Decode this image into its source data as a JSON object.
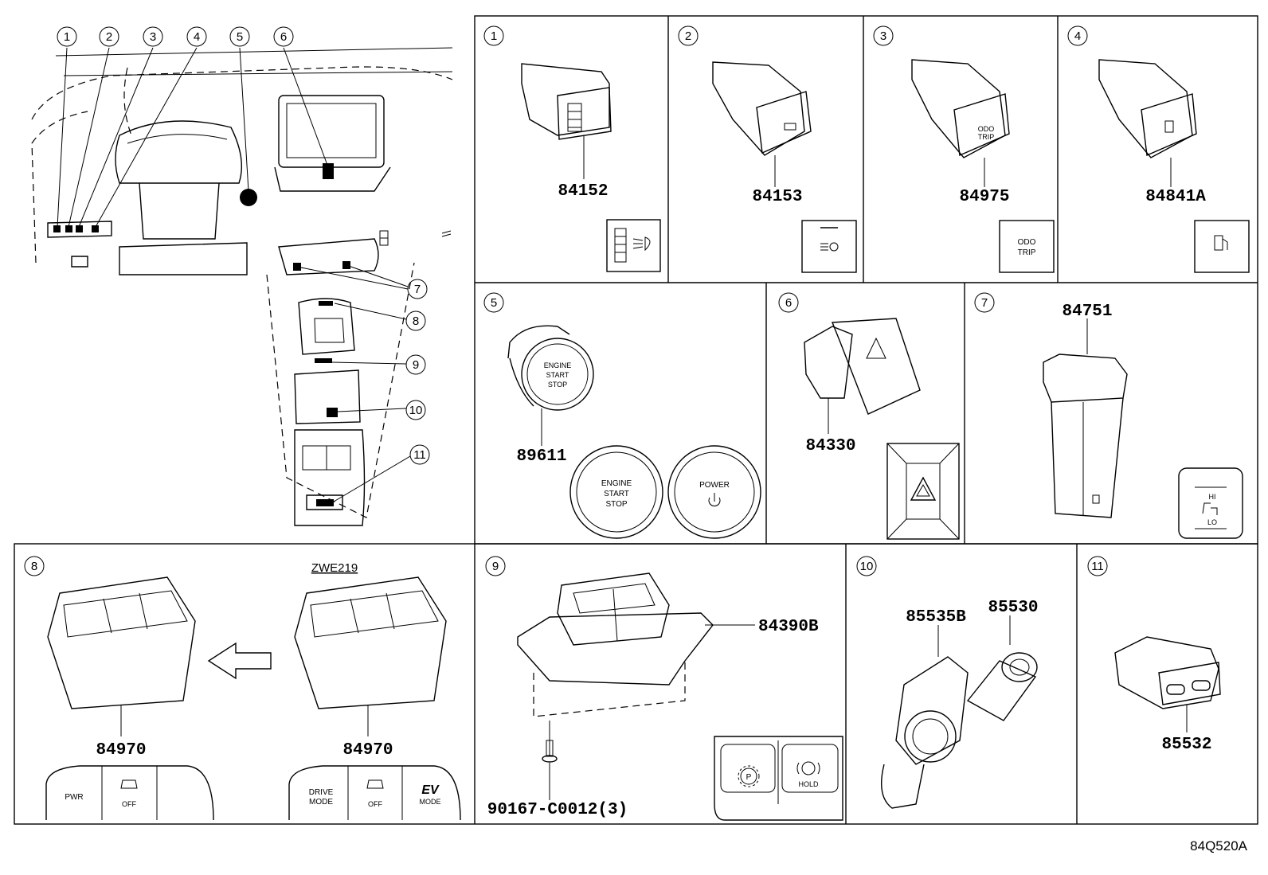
{
  "diagram_code": "84Q520A",
  "overview": {
    "callouts": [
      "1",
      "2",
      "3",
      "4",
      "5",
      "6",
      "7",
      "8",
      "9",
      "10",
      "11"
    ]
  },
  "panels": [
    {
      "num": "1",
      "parts": [
        "84152"
      ]
    },
    {
      "num": "2",
      "parts": [
        "84153"
      ]
    },
    {
      "num": "3",
      "parts": [
        "84975"
      ],
      "face_label": [
        "ODO",
        "TRIP"
      ]
    },
    {
      "num": "4",
      "parts": [
        "84841A"
      ]
    },
    {
      "num": "5",
      "parts": [
        "89611"
      ],
      "face_engine": [
        "ENGINE",
        "START",
        "STOP"
      ],
      "face_power": "POWER"
    },
    {
      "num": "6",
      "parts": [
        "84330"
      ]
    },
    {
      "num": "7",
      "parts": [
        "84751"
      ],
      "face_hi": "HI",
      "face_lo": "LO"
    },
    {
      "num": "8",
      "parts": [
        "84970",
        "84970"
      ],
      "model": "ZWE219",
      "face_left": {
        "pwr": "PWR",
        "off": "OFF"
      },
      "face_right": {
        "drive": [
          "DRIVE",
          "MODE"
        ],
        "off": "OFF",
        "ev": "EV",
        "ev_mode": "MODE"
      }
    },
    {
      "num": "9",
      "parts": [
        "84390B",
        "90167-C0012(3)"
      ],
      "hold": "HOLD",
      "p_symbol": "P"
    },
    {
      "num": "10",
      "parts": [
        "85535B",
        "85530"
      ]
    },
    {
      "num": "11",
      "parts": [
        "85532"
      ]
    }
  ],
  "icons": [
    "headlamp-leveling-icon",
    "auto-headlamp-icon",
    "fuel-door-icon",
    "hazard-triangle-icon",
    "seat-heater-icon",
    "traction-off-icon",
    "power-icon",
    "usb-port-icon"
  ]
}
